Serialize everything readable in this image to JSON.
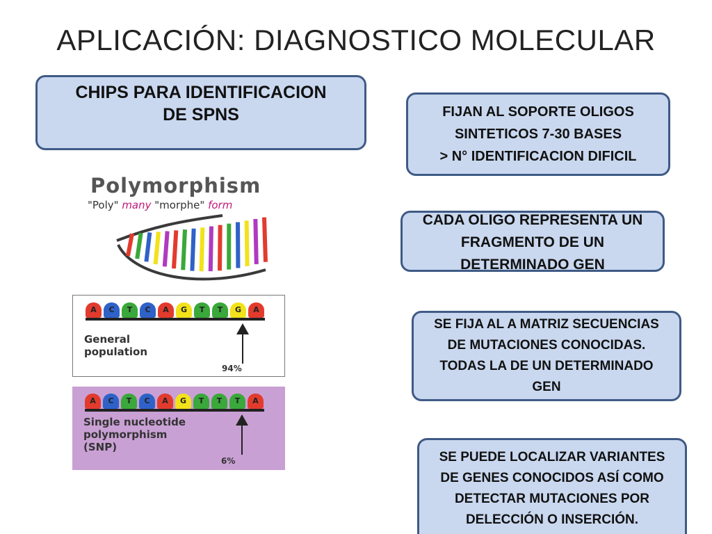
{
  "slide": {
    "title": "APLICACIÓN: DIAGNOSTICO MOLECULAR"
  },
  "boxes": {
    "chips": "CHIPS PARA IDENTIFICACION\nDE SPNS",
    "fijan": "FIJAN AL SOPORTE OLIGOS\nSINTETICOS 7-30 BASES\n> N° IDENTIFICACION DIFICIL",
    "cada": "CADA OLIGO REPRESENTA UN\nFRAGMENTO DE UN\nDETERMINADO GEN",
    "sefija": "SE FIJA AL A MATRIZ SECUENCIAS\nDE  MUTACIONES CONOCIDAS.\nTODAS LA DE UN DETERMINADO\nGEN",
    "sepuede": "SE PUEDE LOCALIZAR VARIANTES\nDE GENES CONOCIDOS ASÍ COMO\nDETECTAR MUTACIONES POR\nDELECCIÓN O INSERCIÓN."
  },
  "figure": {
    "title": "Polymorphism",
    "subtitle_parts": [
      "\"Poly\"",
      "many",
      "\"morphe\"",
      "form"
    ],
    "general": {
      "bases": [
        "A",
        "C",
        "T",
        "C",
        "A",
        "G",
        "T",
        "T",
        "G",
        "A"
      ],
      "label": "General\npopulation",
      "percent": "94%"
    },
    "snp": {
      "bases": [
        "A",
        "C",
        "T",
        "C",
        "A",
        "G",
        "T",
        "T",
        "T",
        "A"
      ],
      "label": "Single nucleotide\npolymorphism\n(SNP)",
      "percent": "6%"
    },
    "base_colors": {
      "A": "#e23b2e",
      "C": "#2f62c8",
      "G": "#f2e21a",
      "T": "#3aa83a"
    },
    "helix_colors": [
      "#e23b2e",
      "#3aa83a",
      "#2f62c8",
      "#f2e21a",
      "#b03ac0"
    ]
  },
  "colors": {
    "box_fill": "#c9d8ef",
    "box_border": "#3f5a85",
    "snp_panel": "#c9a0d4"
  }
}
